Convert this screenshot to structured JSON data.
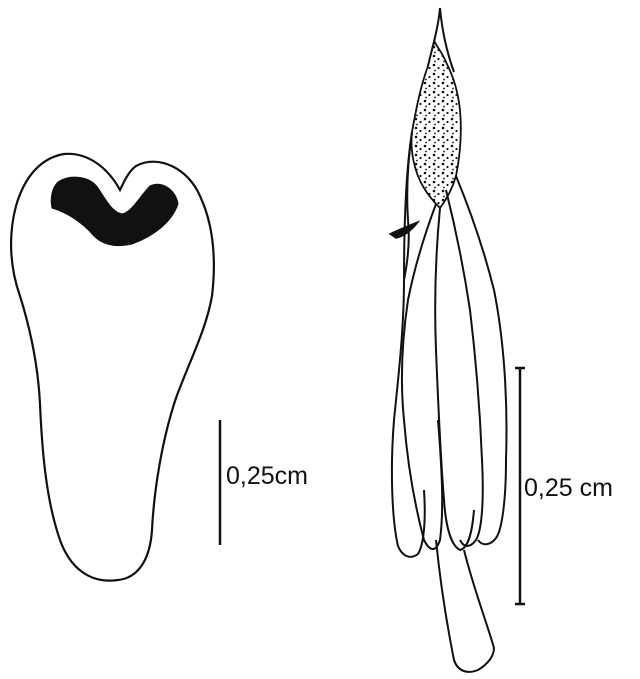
{
  "figure": {
    "left_drawing": {
      "name": "petal-outline",
      "scale_label": "0,25cm"
    },
    "right_drawing": {
      "name": "stamen-column",
      "scale_label": "0,25 cm"
    },
    "colors": {
      "ink": "#111111",
      "paper": "#ffffff"
    }
  }
}
